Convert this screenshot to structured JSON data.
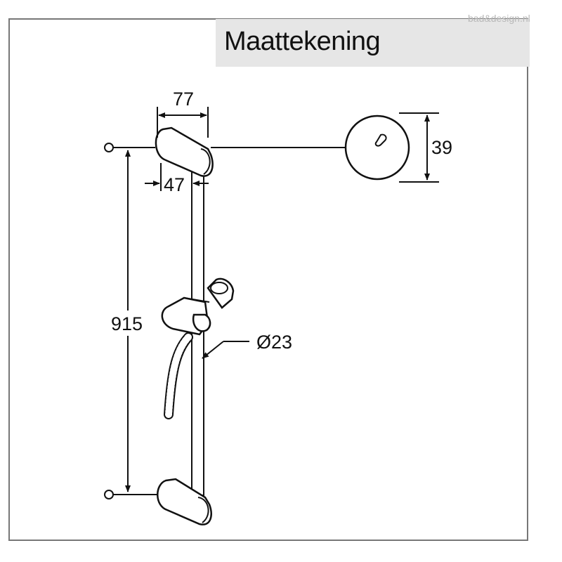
{
  "title": "Maattekening",
  "watermark": "bad&design.nl",
  "dimensions": {
    "holder_width": "77",
    "holder_offset": "47",
    "rod_length": "915",
    "rod_diameter": "Ø23",
    "disc_diameter": "39"
  }
}
